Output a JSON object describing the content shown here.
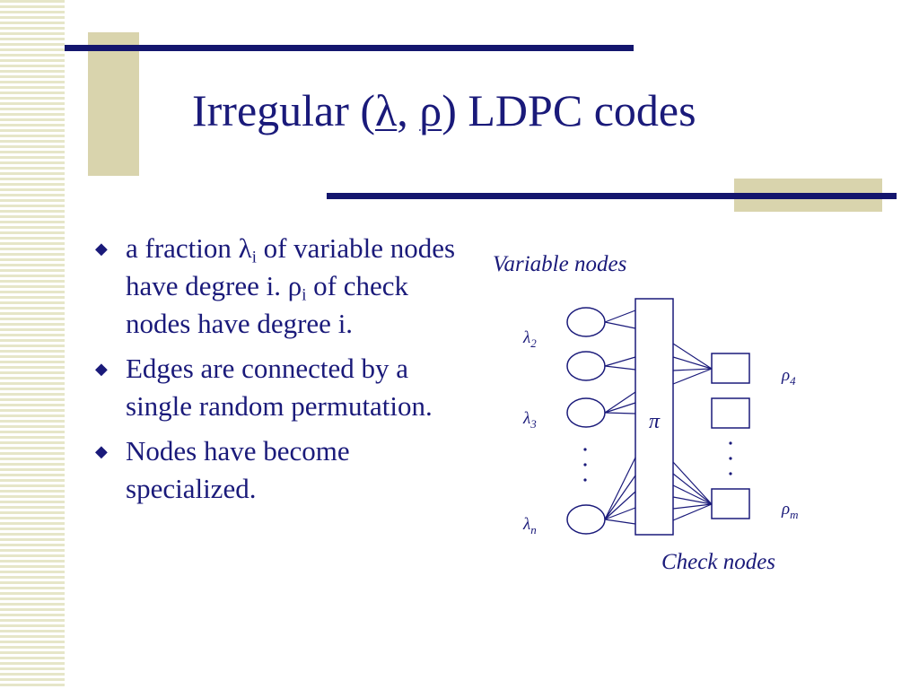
{
  "slide": {
    "title": {
      "prefix": "Irregular (",
      "lambda": "λ",
      "sep": ", ",
      "rho": "ρ",
      "suffix": ") LDPC codes"
    },
    "bullets": [
      {
        "marker": "◆",
        "parts": [
          "a fraction ",
          "λ",
          "i",
          " of variable nodes have degree i. ",
          "ρ",
          "i",
          " of check nodes have degree i."
        ]
      },
      {
        "marker": "◆",
        "text": "Edges are connected by a single random permutation."
      },
      {
        "marker": "◆",
        "text": "Nodes have become specialized."
      }
    ]
  },
  "diagram": {
    "variable_nodes_label": "Variable nodes",
    "check_nodes_label": "Check nodes",
    "permutation_label": "π",
    "lambda_labels": [
      {
        "sym": "λ",
        "sub": "2"
      },
      {
        "sym": "λ",
        "sub": "3"
      },
      {
        "sym": "λ",
        "sub": "n"
      }
    ],
    "rho_labels": [
      {
        "sym": "ρ",
        "sub": "4"
      },
      {
        "sym": "ρ",
        "sub": "m"
      }
    ]
  },
  "colors": {
    "text": "#1a1a7a",
    "rule": "#14166e",
    "accent": "#d9d4ad"
  }
}
